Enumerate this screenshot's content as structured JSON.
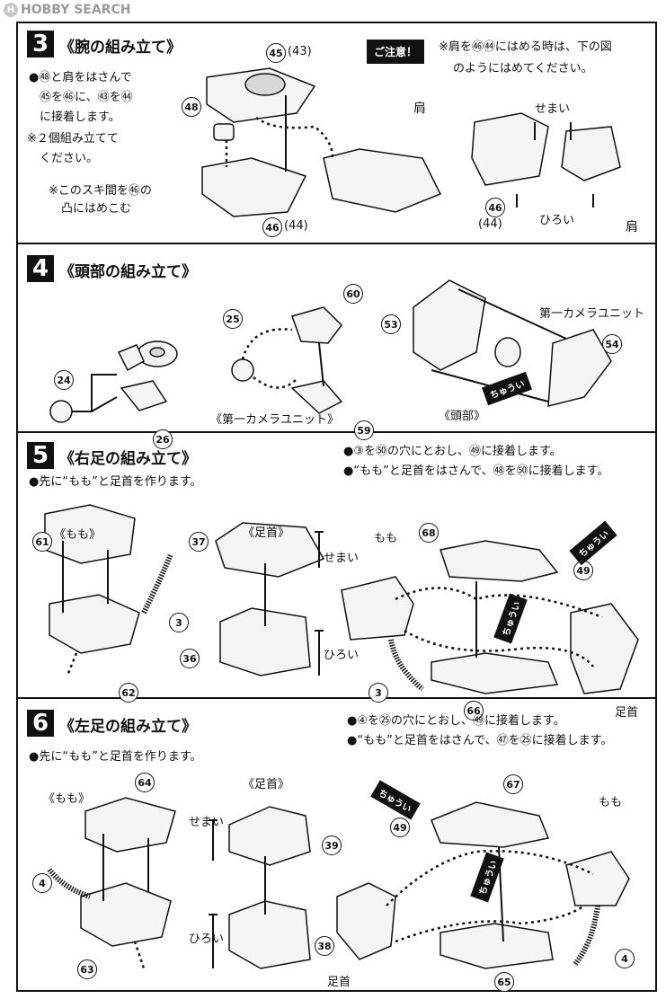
{
  "header": {
    "logo_text": "HOBBY SEARCH"
  },
  "sections": [
    {
      "number": "3",
      "title": "《腕の組み立て》",
      "lines": [
        "●㊽と肩をはさんで",
        "㊺を㊻に、㊸を㊹",
        "に接着します。",
        "※２個組み立てて",
        "ください。",
        "※このスキ間を㊻の",
        "凸にはめこむ"
      ],
      "caution_label": "ご注意！",
      "caution_text": [
        "※肩を㊻㊹にはめる時は、下の図",
        "のようにはめてください。"
      ],
      "labels": {
        "shoulder": "肩",
        "narrow": "せまい",
        "wide": "ひろい"
      },
      "parts": [
        "45",
        "43",
        "48",
        "46",
        "44"
      ]
    },
    {
      "number": "4",
      "title": "《頭部の組み立て》",
      "labels": {
        "camera_unit": "第一カメラユニット",
        "camera_caption": "《第一カメラユニット》",
        "head_caption": "《頭部》",
        "caution": "ちゅうい"
      },
      "parts": [
        "25",
        "24",
        "26",
        "60",
        "59",
        "53",
        "54"
      ]
    },
    {
      "number": "5",
      "title": "《右足の組み立て》",
      "lines": [
        "●先に“もも”と足首を作ります。"
      ],
      "right_lines": [
        "●③を㊿の穴にとおし、㊾に接着します。",
        "●“もも”と足首をはさんで、㊽を㊿に接着します。"
      ],
      "labels": {
        "thigh": "《もも》",
        "ankle_caption": "《足首》",
        "narrow": "せまい",
        "wide": "ひろい",
        "thigh_short": "もも",
        "ankle": "足首",
        "caution": "ちゅうい"
      },
      "parts": [
        "61",
        "62",
        "3",
        "37",
        "36",
        "68",
        "49",
        "66"
      ]
    },
    {
      "number": "6",
      "title": "《左足の組み立て》",
      "lines": [
        "●先に“もも”と足首を作ります。"
      ],
      "right_lines": [
        "●④を㉕の穴にとおし、㊾に接着します。",
        "●“もも”と足首をはさんで、㊼を㉕に接着します。"
      ],
      "labels": {
        "thigh": "《もも》",
        "ankle_caption": "《足首》",
        "narrow": "せまい",
        "wide": "ひろい",
        "thigh_short": "もも",
        "ankle": "足首",
        "caution": "ちゅうい"
      },
      "parts": [
        "64",
        "4",
        "63",
        "39",
        "38",
        "67",
        "49",
        "65"
      ]
    }
  ]
}
